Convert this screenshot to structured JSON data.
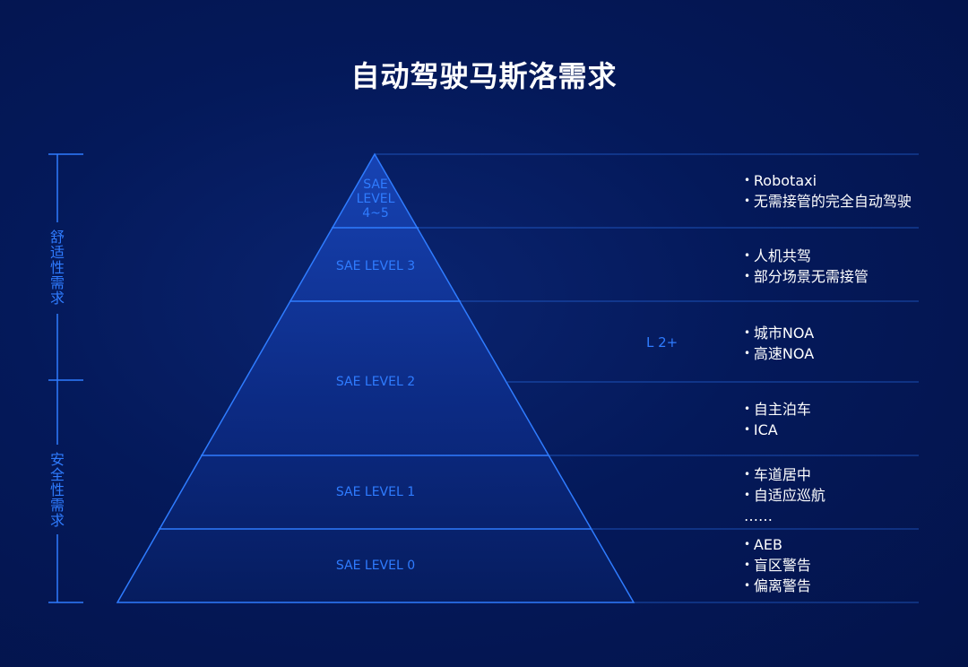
{
  "title": "自动驾驶马斯洛需求",
  "colors": {
    "background": "#03154a",
    "line": "#2f7cff",
    "label": "#2f7cff",
    "text": "#ffffff"
  },
  "side_labels": {
    "comfort": "舒适性需求",
    "safety": "安全性需求"
  },
  "levels": [
    {
      "label": "SAE\nLEVEL\n4~5"
    },
    {
      "label": "SAE LEVEL 3"
    },
    {
      "label": "SAE LEVEL 2"
    },
    {
      "label": "SAE LEVEL 1"
    },
    {
      "label": "SAE LEVEL 0"
    }
  ],
  "l2plus": "L 2+",
  "descriptions": [
    {
      "items": [
        "Robotaxi",
        "无需接管的完全自动驾驶"
      ]
    },
    {
      "items": [
        "人机共驾",
        "部分场景无需接管"
      ]
    },
    {
      "items": [
        "城市NOA",
        "高速NOA"
      ]
    },
    {
      "items": [
        "自主泊车",
        "ICA"
      ]
    },
    {
      "items": [
        "车道居中",
        "自适应巡航"
      ],
      "more": "……"
    },
    {
      "items": [
        "AEB",
        "盲区警告",
        "偏离警告"
      ]
    }
  ]
}
